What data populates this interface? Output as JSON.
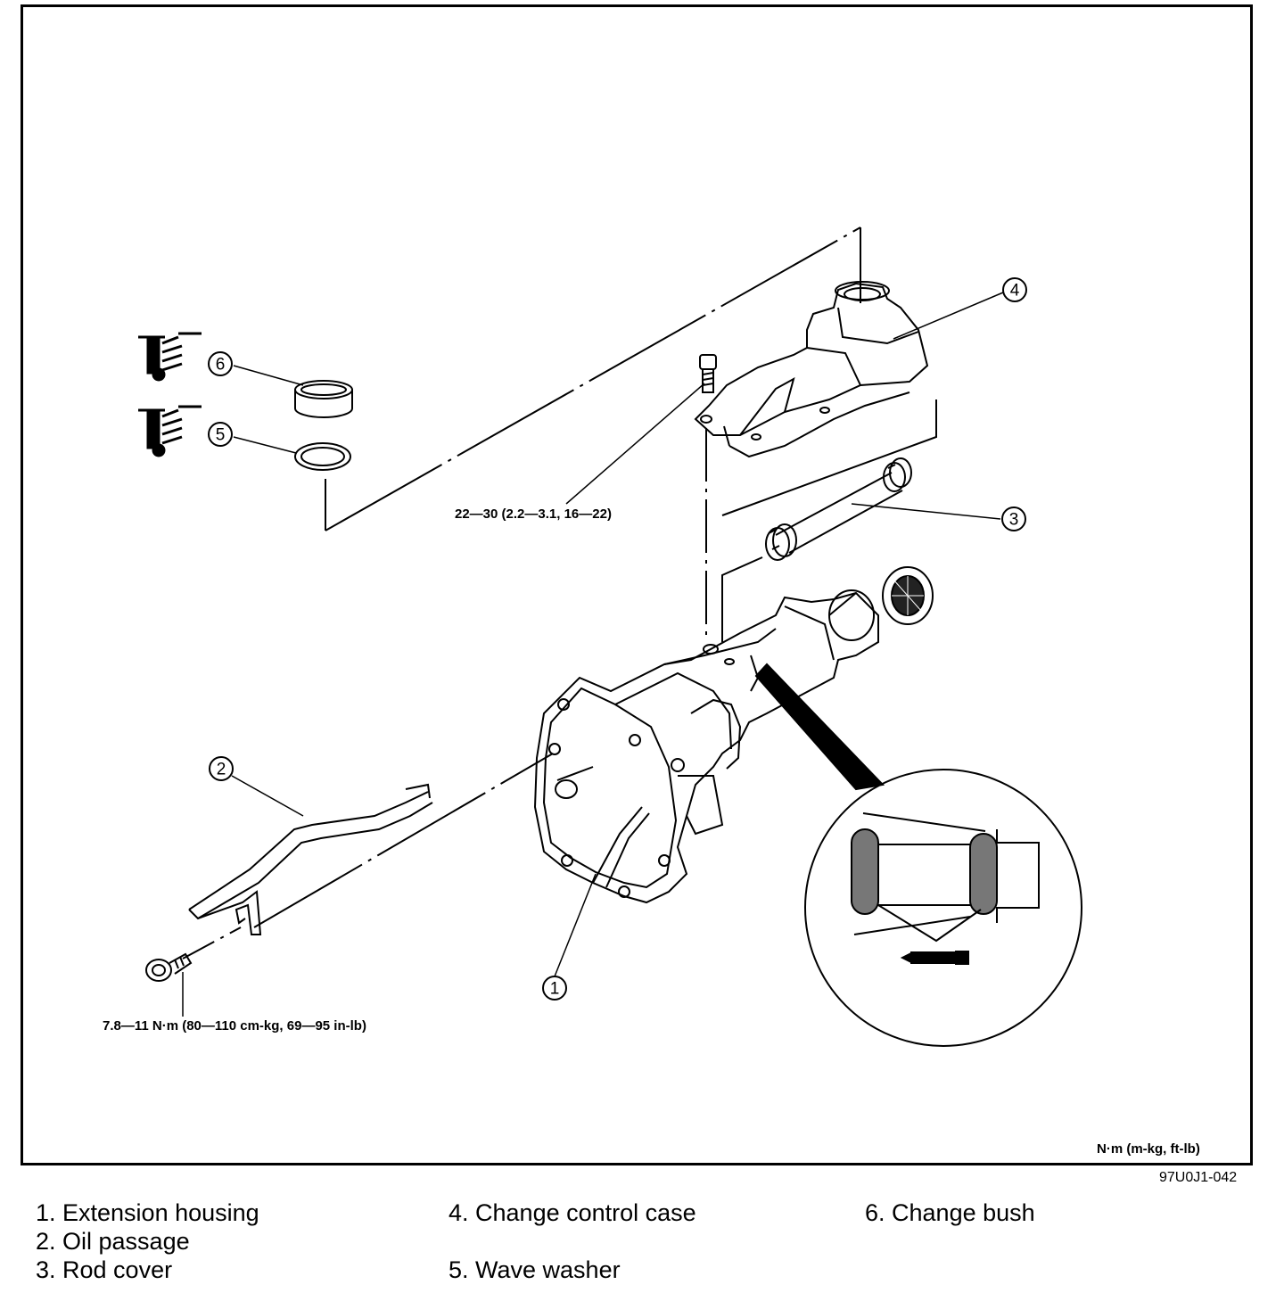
{
  "callouts": [
    "1",
    "2",
    "3",
    "4",
    "5",
    "6"
  ],
  "torque_specs": {
    "top_bolt": "22—30 (2.2—3.1, 16—22)",
    "bottom_bolt": "7.8—11 N·m (80—110 cm-kg, 69—95 in-lb)"
  },
  "units_note": "N·m (m-kg, ft-lb)",
  "figure_id": "97U0J1-042",
  "legend": {
    "item1": "1. Extension housing",
    "item2": "2. Oil passage",
    "item3": "3. Rod cover",
    "item4": "4. Change control case",
    "item5": "5. Wave washer",
    "item6": "6. Change bush"
  },
  "colors": {
    "ink": "#000000",
    "paper": "#ffffff"
  },
  "icons": [
    "sealant-icon",
    "sealant-icon",
    "sealant-tube-icon"
  ]
}
